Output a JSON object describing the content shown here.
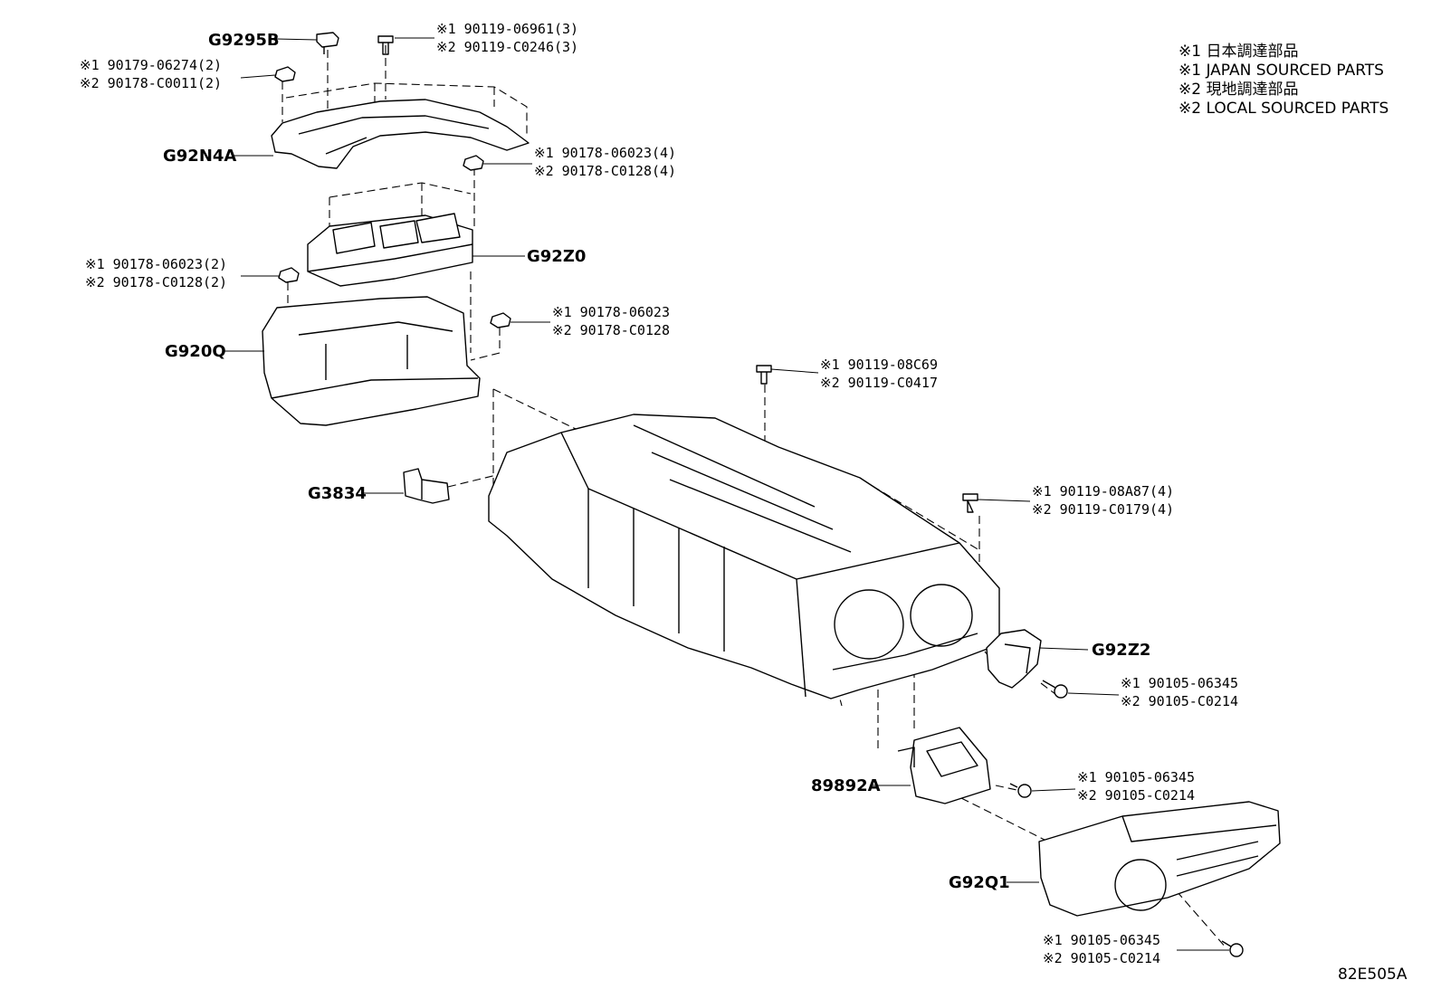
{
  "legend": [
    "※1 日本調達部品",
    "※1 JAPAN SOURCED PARTS",
    "※2 現地調達部品",
    "※2 LOCAL SOURCED PARTS"
  ],
  "callouts": {
    "g9295b": "G9295B",
    "g92n4a": "G92N4A",
    "g92z0": "G92Z0",
    "g920q": "G920Q",
    "g3834": "G3834",
    "g92z2": "G92Z2",
    "p89892a": "89892A",
    "g92q1": "G92Q1"
  },
  "part_numbers": {
    "bolt_top": [
      "※1 90119-06961(3)",
      "※2 90119-C0246(3)"
    ],
    "nut_top_left": [
      "※1 90179-06274(2)",
      "※2 90178-C0011(2)"
    ],
    "nut_cover_right": [
      "※1 90178-06023(4)",
      "※2 90178-C0128(4)"
    ],
    "nut_mid_left": [
      "※1 90178-06023(2)",
      "※2 90178-C0128(2)"
    ],
    "nut_mid_right": [
      "※1 90178-06023",
      "※2 90178-C0128"
    ],
    "bolt_center": [
      "※1 90119-08C69",
      "※2 90119-C0417"
    ],
    "bolt_right": [
      "※1 90119-08A87(4)",
      "※2 90119-C0179(4)"
    ],
    "screw_g92z2": [
      "※1 90105-06345",
      "※2 90105-C0214"
    ],
    "screw_89892a": [
      "※1 90105-06345",
      "※2 90105-C0214"
    ],
    "screw_bottom": [
      "※1 90105-06345",
      "※2 90105-C0214"
    ]
  },
  "figure_code": "82E505A"
}
